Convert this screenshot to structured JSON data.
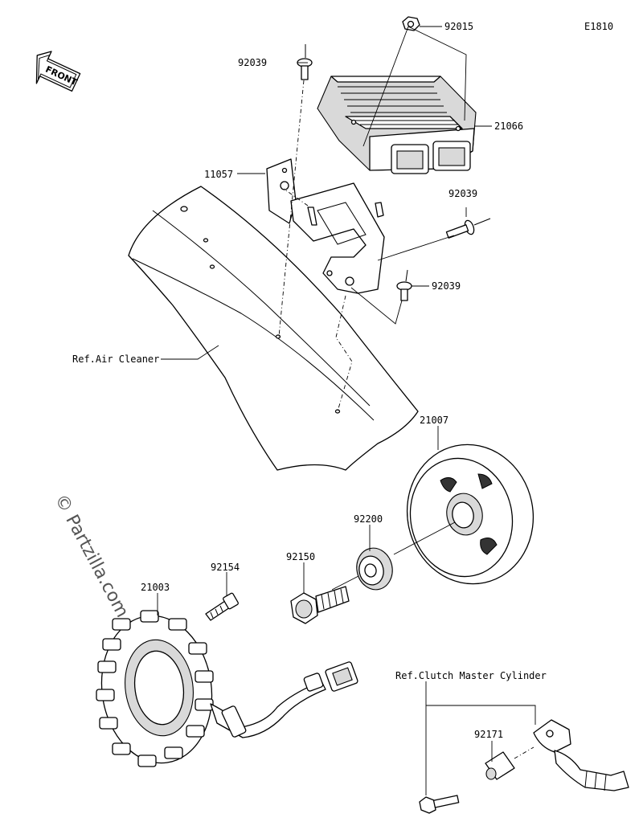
{
  "diagram": {
    "code": "E1810",
    "front_label": "FRONT",
    "watermark": "© Partzilla.com",
    "part_numbers": {
      "nut_top": "92015",
      "rivet_top": "92039",
      "regulator": "21066",
      "bracket": "11057",
      "rivet_right": "92039",
      "rivet_lower": "92039",
      "flywheel": "21007",
      "washer": "92200",
      "bolt_flywheel": "92150",
      "bolt_stator": "92154",
      "stator": "21003",
      "clamp": "92171"
    },
    "references": {
      "air_cleaner": "Ref.Air Cleaner",
      "clutch_master_cylinder": "Ref.Clutch Master Cylinder"
    }
  }
}
